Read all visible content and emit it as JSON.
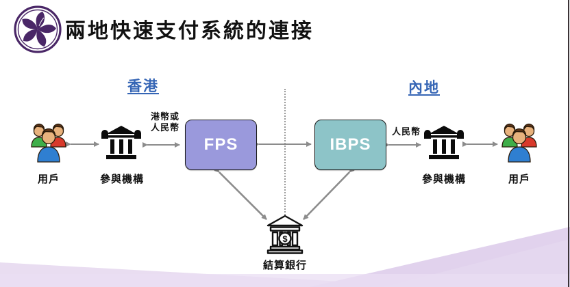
{
  "slide": {
    "title": "兩地快速支付系統的連接"
  },
  "regions": {
    "hong_kong": "香港",
    "mainland": "內地"
  },
  "nodes": {
    "fps": "FPS",
    "ibps": "IBPS",
    "users_left": "用戶",
    "participant_left": "參與機構",
    "participant_right": "參與機構",
    "users_right": "用戶",
    "settlement_bank": "結算銀行"
  },
  "labels": {
    "currency_left": "港幣或\n人民幣",
    "currency_right": "人民幣"
  },
  "icons": {
    "logo": "hkma-bauhinia-logo",
    "users": "three-users-icon",
    "bank": "bank-building-icon",
    "settlement": "bank-dollar-icon"
  },
  "colors": {
    "fps_box": "#9a99dc",
    "ibps_box": "#8dc4c8",
    "region_blue": "#3565b5",
    "logo_purple": "#4a2767",
    "arrow_gray": "#8c8c8c",
    "box_border": "#1a1a1a",
    "footer_a": "#e9def3",
    "footer_b": "#ddccEB",
    "footer_c": "#d9c6e6"
  }
}
